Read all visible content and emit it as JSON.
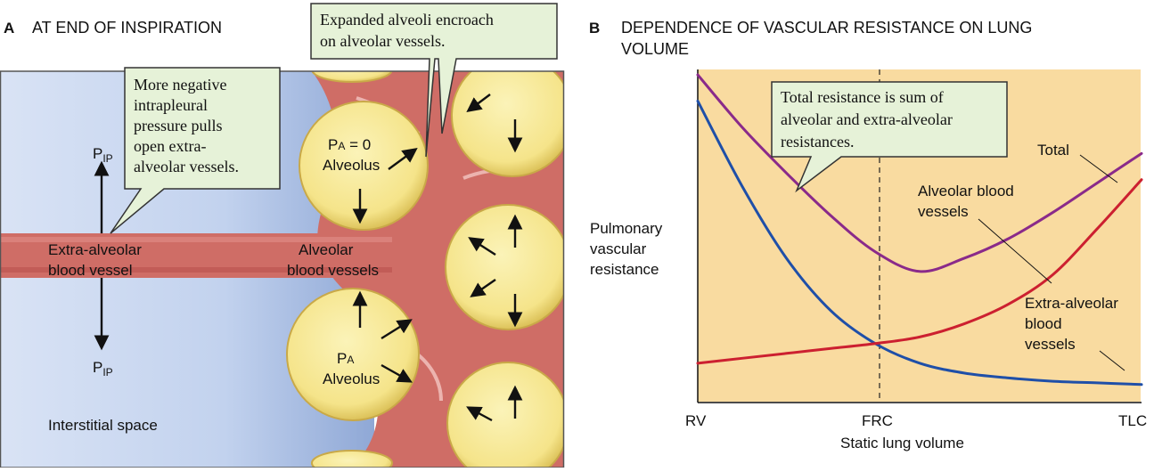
{
  "panel_a": {
    "letter": "A",
    "title": "AT END OF INSPIRATION",
    "callout_top": [
      "Expanded alveoli encroach",
      "on alveolar vessels."
    ],
    "callout_left": [
      "More negative",
      "intrapleural",
      "pressure pulls",
      "open extra-",
      "alveolar vessels."
    ],
    "pip_top": "P",
    "pip_top_sub": "IP",
    "pip_bottom": "P",
    "pip_bottom_sub": "IP",
    "vessel_label": [
      "Extra-alveolar",
      "blood vessel"
    ],
    "alveolar_label": [
      "Alveolar",
      "blood vessels"
    ],
    "alveolus_top": [
      "P",
      "A",
      " = 0",
      "Alveolus"
    ],
    "alveolus_bottom": [
      "P",
      "A",
      "Alveolus"
    ],
    "interstitial": "Interstitial space",
    "colors": {
      "interstitial_light": "#dbe5f6",
      "interstitial_dark": "#8ea8d8",
      "vessel": "#cf6d66",
      "alveolus_fill": "#f8ec9a",
      "alveolus_edge": "#d6b84a",
      "callout_fill": "#e6f2d8"
    }
  },
  "panel_b": {
    "letter": "B",
    "title_lines": [
      "DEPENDENCE OF VASCULAR RESISTANCE ON LUNG",
      "VOLUME"
    ],
    "callout": [
      "Total resistance is sum of",
      "alveolar and extra-alveolar",
      "resistances."
    ],
    "ylabel": [
      "Pulmonary",
      "vascular",
      "resistance"
    ],
    "xlabel": "Static lung volume",
    "labels": {
      "total": "Total",
      "alveolar": [
        "Alveolar blood",
        "vessels"
      ],
      "extra": [
        "Extra-alveolar",
        "blood",
        "vessels"
      ]
    },
    "colors": {
      "background": "#f9dba0",
      "total": "#8a2a8a",
      "alveolar": "#cc2030",
      "extra": "#1f4fa8"
    }
  },
  "chart_data": {
    "type": "line",
    "title": "DEPENDENCE OF VASCULAR RESISTANCE ON LUNG VOLUME",
    "xlabel": "Static lung volume",
    "ylabel": "Pulmonary vascular resistance",
    "categories": [
      "RV",
      "FRC",
      "TLC"
    ],
    "x": [
      0,
      0.1,
      0.2,
      0.3,
      0.4,
      0.5,
      0.6,
      0.7,
      0.8,
      0.9,
      1.0
    ],
    "reference_line": "FRC",
    "grid": false,
    "series": [
      {
        "name": "Total",
        "values": [
          1.0,
          0.84,
          0.7,
          0.57,
          0.46,
          0.4,
          0.44,
          0.5,
          0.58,
          0.67,
          0.76
        ]
      },
      {
        "name": "Alveolar blood vessels",
        "values": [
          0.12,
          0.135,
          0.15,
          0.165,
          0.18,
          0.2,
          0.24,
          0.3,
          0.39,
          0.53,
          0.68
        ]
      },
      {
        "name": "Extra-alveolar blood vessels",
        "values": [
          0.92,
          0.66,
          0.44,
          0.28,
          0.18,
          0.12,
          0.09,
          0.075,
          0.065,
          0.06,
          0.055
        ]
      }
    ]
  }
}
